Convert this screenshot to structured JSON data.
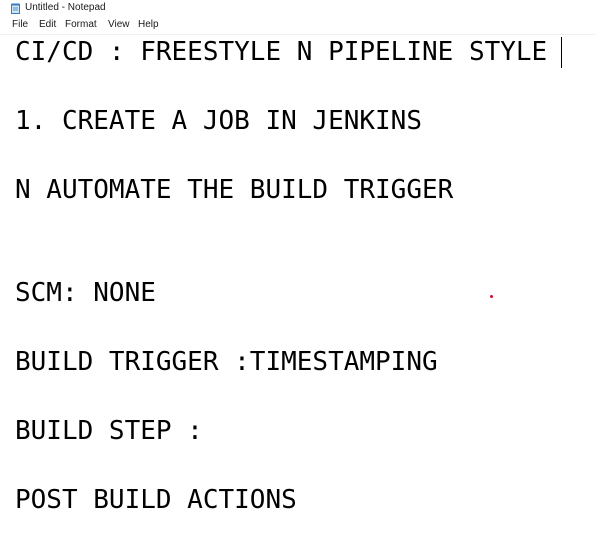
{
  "window": {
    "title": "Untitled - Notepad",
    "icon": "notepad-icon"
  },
  "menu": {
    "file": "File",
    "edit": "Edit",
    "format": "Format",
    "view": "View",
    "help": "Help"
  },
  "editor": {
    "lines": [
      "CI/CD : FREESTYLE N PIPELINE STYLE",
      "1. CREATE A JOB IN JENKINS",
      "N AUTOMATE THE BUILD TRIGGER",
      "SCM: NONE",
      "BUILD TRIGGER :TIMESTAMPING",
      "BUILD STEP :",
      "POST BUILD ACTIONS"
    ]
  },
  "colors": {
    "text": "#000000",
    "cursor_dot": "#d0102a"
  }
}
